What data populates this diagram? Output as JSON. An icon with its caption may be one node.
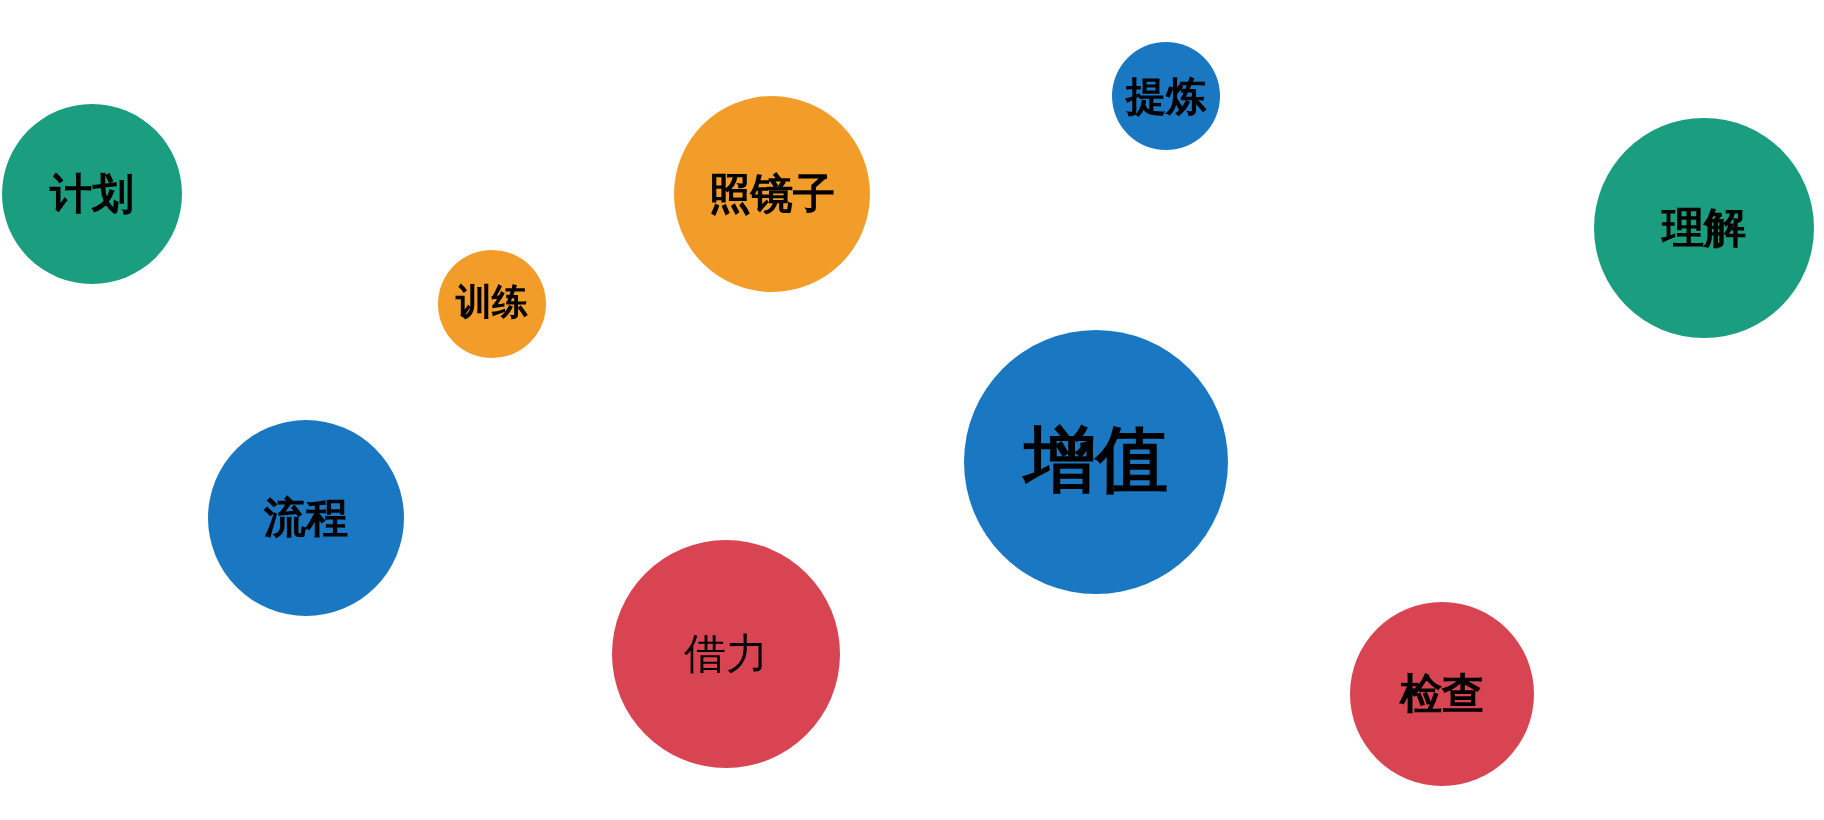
{
  "diagram": {
    "nodes": [
      {
        "text": [
          "提炼"
        ]
      },
      {
        "text": [
          "计划"
        ]
      },
      {
        "text": [
          "照镜子"
        ]
      },
      {
        "text": [
          "理解"
        ]
      },
      {
        "text": [
          "训练"
        ]
      },
      {
        "text": [
          "增值"
        ]
      },
      {
        "text": [
          "流程"
        ]
      },
      {
        "text": [
          "借力"
        ]
      },
      {
        "text": [
          "检查"
        ]
      }
    ]
  }
}
